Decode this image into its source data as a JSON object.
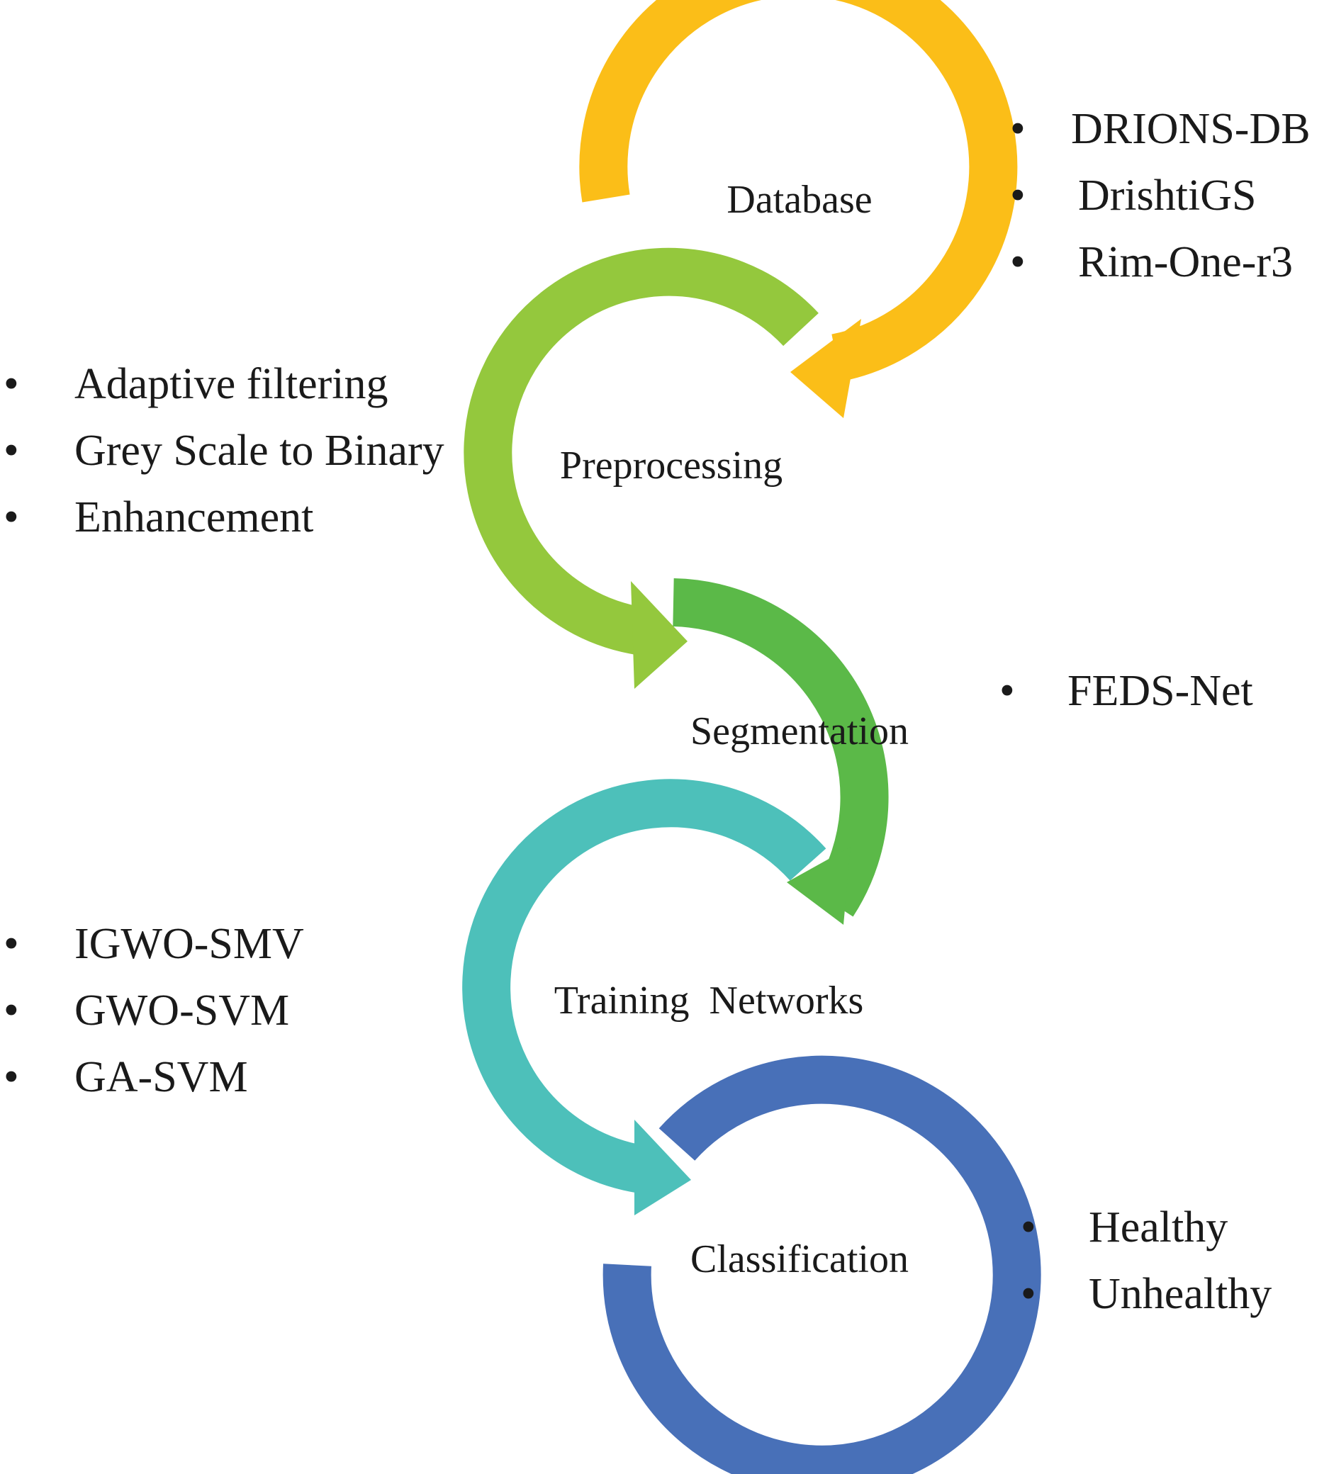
{
  "stages": [
    {
      "label": "Database",
      "color": "#FBBE18"
    },
    {
      "label": "Preprocessing",
      "color": "#94C83D"
    },
    {
      "label": "Segmentation",
      "color": "#5BB948"
    },
    {
      "label": "Training  Networks",
      "color": "#4DC0BA"
    },
    {
      "label": "Classification",
      "color": "#4870B8"
    }
  ],
  "bullet_glyph": "•",
  "database_items": [
    "DRIONS-DB",
    "DrishtiGS",
    "Rim-One-r3"
  ],
  "preprocessing_items": [
    "Adaptive filtering",
    "Grey Scale to Binary",
    "Enhancement"
  ],
  "segmentation_items": [
    "FEDS-Net"
  ],
  "training_items": [
    "IGWO-SMV",
    "GWO-SVM",
    "GA-SVM"
  ],
  "classification_items": [
    "Healthy",
    "Unhealthy"
  ]
}
